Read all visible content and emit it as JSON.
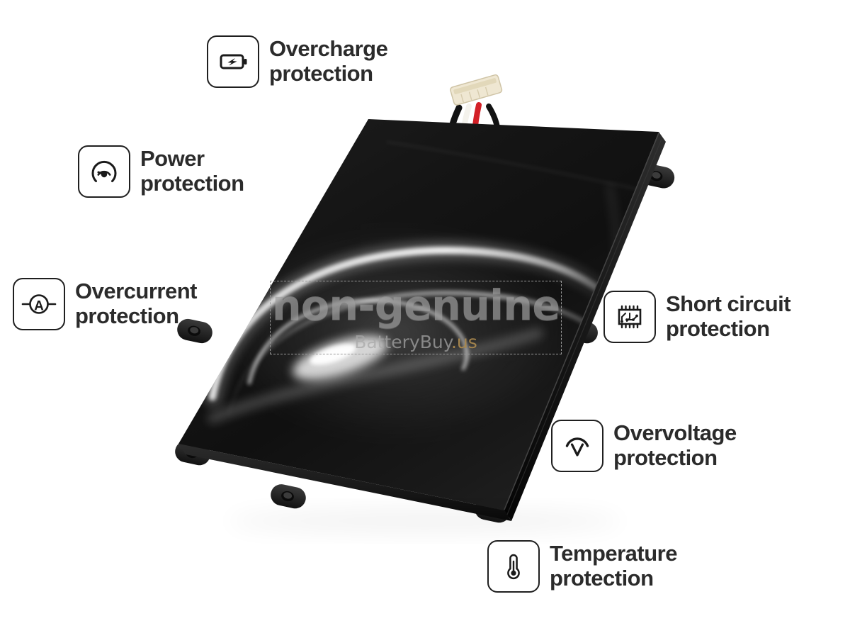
{
  "page": {
    "title": "Non-genuine laptop battery protection features",
    "background_color": "#ffffff",
    "text_color": "#2b2b2b",
    "icon_border_color": "#1f1f1f"
  },
  "features": [
    {
      "id": "overcharge",
      "icon": "battery-bolt-icon",
      "line1": "Overcharge",
      "line2": "protection"
    },
    {
      "id": "power",
      "icon": "gauge-icon",
      "line1": "Power",
      "line2": "protection"
    },
    {
      "id": "overcurrent",
      "icon": "ammeter-icon",
      "line1": "Overcurrent",
      "line2": "protection"
    },
    {
      "id": "short-circuit",
      "icon": "chip-icon",
      "line1": "Short circuit",
      "line2": "protection"
    },
    {
      "id": "overvoltage",
      "icon": "voltmeter-arc-icon",
      "line1": "Overvoltage",
      "line2": "protection"
    },
    {
      "id": "temperature",
      "icon": "thermometer-icon",
      "line1": "Temperature",
      "line2": "protection"
    }
  ],
  "watermark": {
    "main_text": "non-genuine",
    "site_name": "BatteryBuy",
    "site_tld": ".us",
    "main_color": "#969696",
    "site_color": "#a8a8a8",
    "tld_color": "#aa884e"
  },
  "product": {
    "name": "laptop-battery",
    "body_color": "#141414",
    "edge_color": "#2a2a2a",
    "wire_colors": {
      "connector": "#efe7d2",
      "positive": "#d32027",
      "neutral": "#f2f2f2",
      "negative": "#151515"
    }
  }
}
